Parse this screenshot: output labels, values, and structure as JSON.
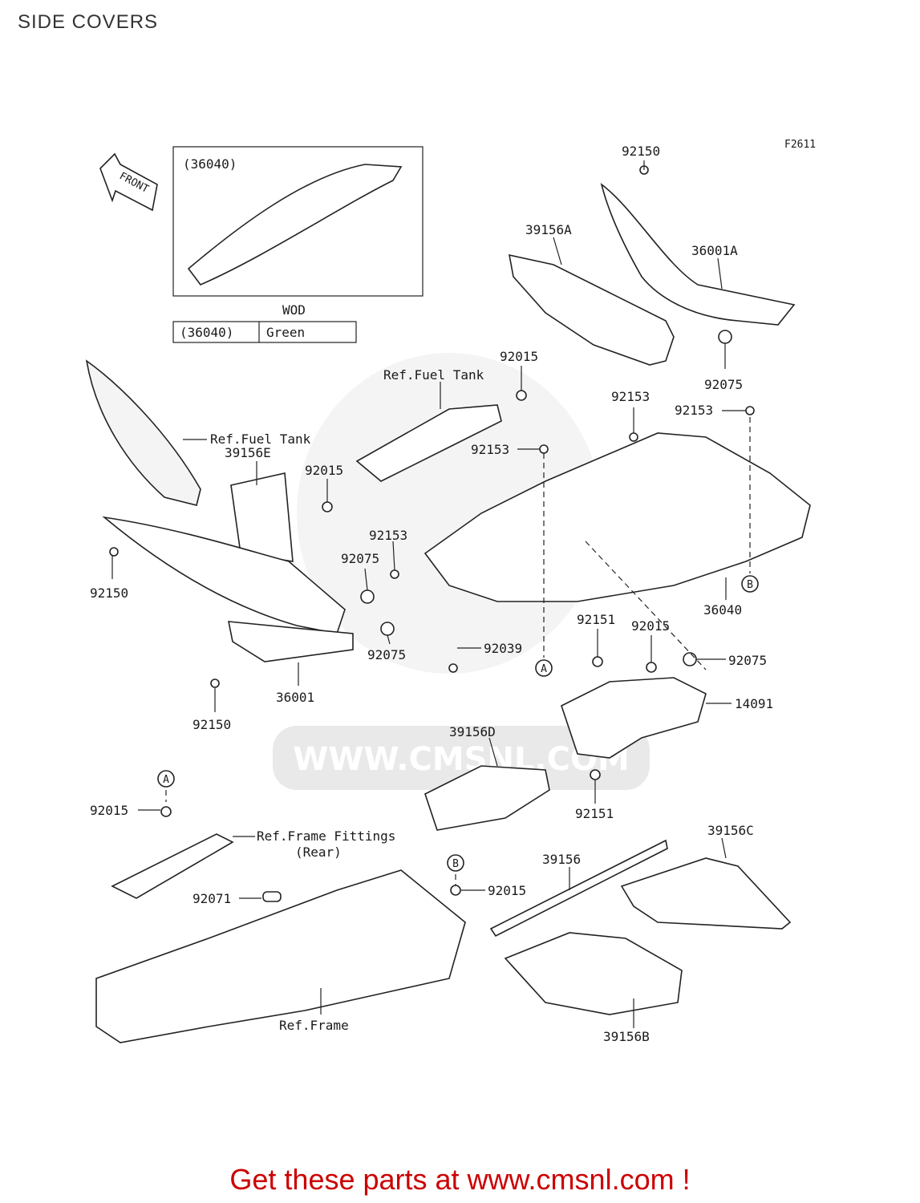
{
  "title": "SIDE COVERS",
  "figure_code": "F2611",
  "front_label": "FRONT",
  "inset": {
    "part_ref": "(36040)",
    "table_header": "WOD",
    "table_row": {
      "part": "(36040)",
      "color": "Green"
    }
  },
  "parts": {
    "p92150_top": "92150",
    "p39156A": "39156A",
    "p36001A": "36001A",
    "p92075_top": "92075",
    "p92015_top": "92015",
    "p92153_a": "92153",
    "p92153_b": "92153",
    "p92153_c": "92153",
    "p92153_d": "92153",
    "p39156E": "39156E",
    "p92015_mid": "92015",
    "p92075_mid1": "92075",
    "p92075_mid2": "92075",
    "p92150_left": "92150",
    "p92039": "92039",
    "p36040": "36040",
    "p92151_top": "92151",
    "p92015_right": "92015",
    "p92075_right": "92075",
    "p14091": "14091",
    "p36001": "36001",
    "p92150_bottom": "92150",
    "p39156D": "39156D",
    "p92151_bottom": "92151",
    "p92015_a": "92015",
    "p39156C": "39156C",
    "p39156": "39156",
    "p92071": "92071",
    "p92015_b": "92015",
    "p39156B": "39156B"
  },
  "refs": {
    "fuel_tank_1": "Ref.Fuel Tank",
    "fuel_tank_2": "Ref.Fuel Tank",
    "frame_fittings": "Ref.Frame Fittings",
    "frame_fittings_sub": "(Rear)",
    "frame": "Ref.Frame"
  },
  "markers": {
    "a1": "A",
    "a2": "A",
    "b1": "B",
    "b2": "B"
  },
  "watermark": "WWW.CMSNL.COM",
  "footer": "Get these parts at www.cmsnl.com !"
}
